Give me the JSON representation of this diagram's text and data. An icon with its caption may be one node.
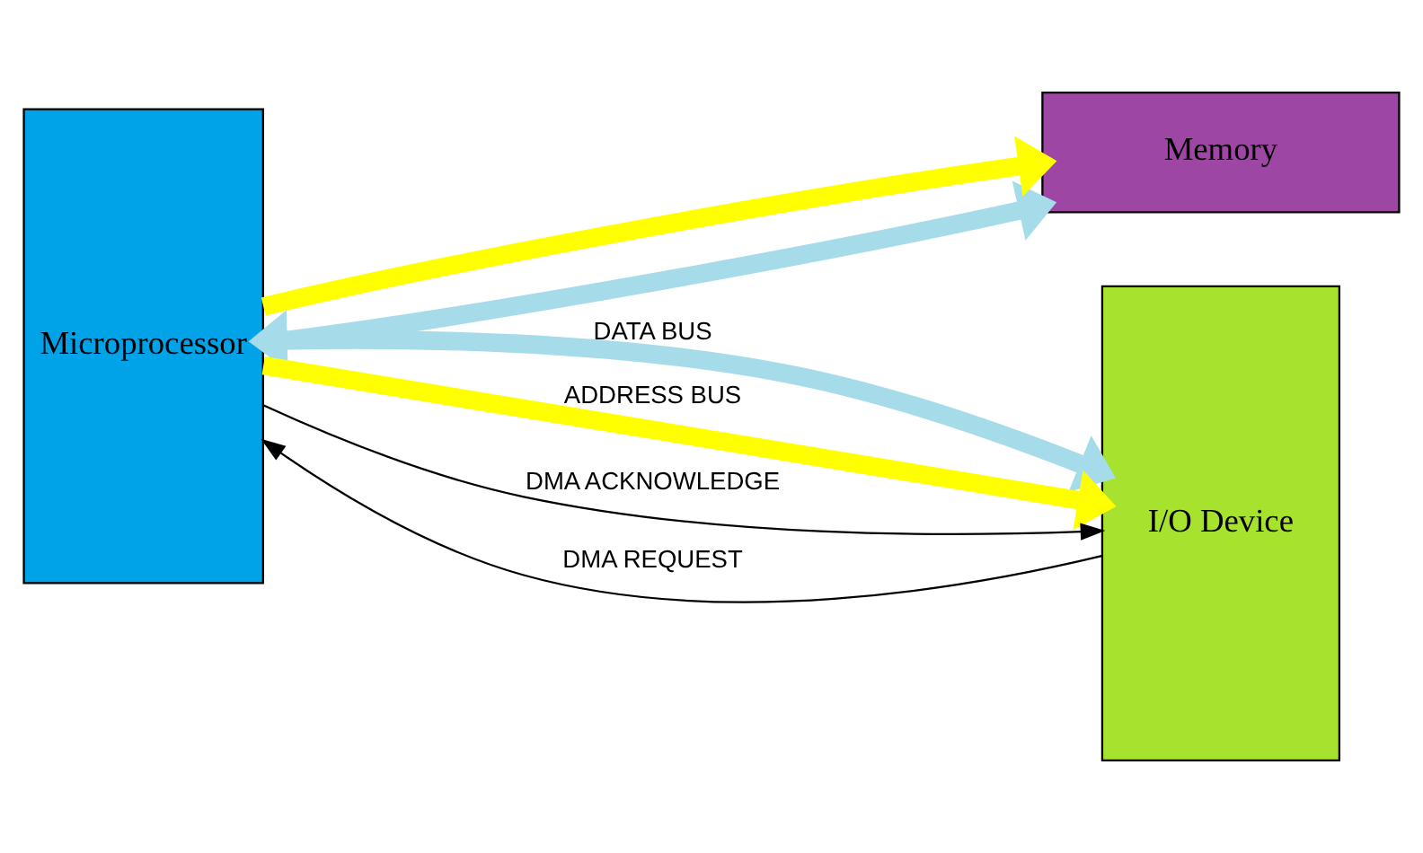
{
  "diagram": {
    "nodes": [
      {
        "text": [
          "Memory"
        ]
      },
      {
        "text": [
          "Microprocessor"
        ]
      },
      {
        "text": [
          "I/O Device"
        ]
      }
    ],
    "edges": [
      {
        "from": 1,
        "to": 2,
        "arrow": "both",
        "label": "DATA BUS",
        "color": "#a6dce9"
      },
      {
        "from": 1,
        "to": 0,
        "arrow": "to",
        "color": "#a6dce9"
      },
      {
        "from": 1,
        "to": 2,
        "arrow": "to",
        "label": "ADDRESS BUS",
        "color": "#ffff00"
      },
      {
        "from": 1,
        "to": 0,
        "arrow": "to",
        "color": "#ffff00"
      },
      {
        "from": 1,
        "to": 2,
        "arrow": "to",
        "label": "DMA ACKNOWLEDGE",
        "color": "#000000"
      },
      {
        "from": 2,
        "to": 1,
        "arrow": "to",
        "label": "DMA REQUEST",
        "color": "#000000"
      }
    ]
  }
}
